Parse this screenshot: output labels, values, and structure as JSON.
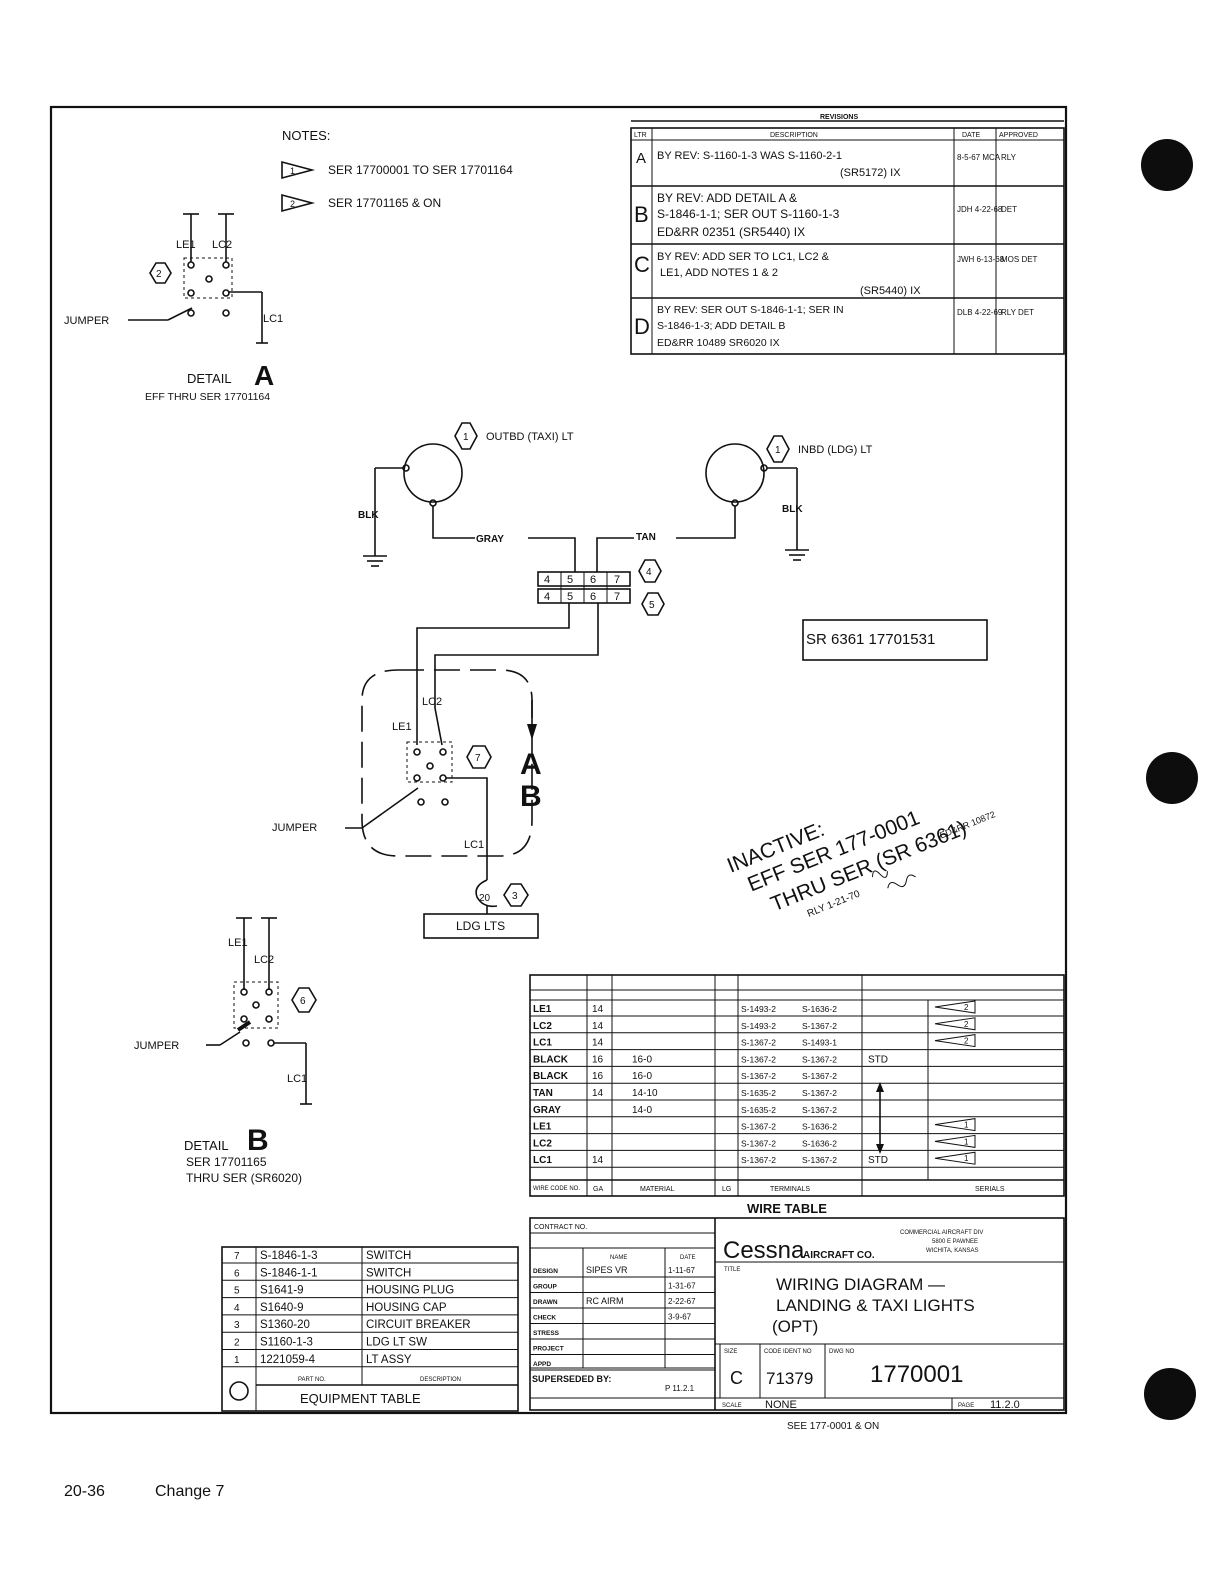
{
  "notes": {
    "heading": "NOTES:",
    "items": [
      {
        "flag": "1",
        "text": "SER 17700001 TO SER 17701164"
      },
      {
        "flag": "2",
        "text": "SER 17701165 & ON"
      }
    ]
  },
  "revisions": {
    "title": "REVISIONS",
    "headers": [
      "LTR",
      "DESCRIPTION",
      "DATE",
      "APPROVED"
    ],
    "rows": [
      {
        "ltr": "A",
        "line1": "BY REV: S-1160-1-3 WAS S-1160-2-1",
        "line2": "(SR5172) IX",
        "line3": "",
        "date": "8-5-67 MCA",
        "approved": "RLY"
      },
      {
        "ltr": "B",
        "line1": "BY REV: ADD DETAIL A &",
        "line2": "S-1846-1-1; SER OUT S-1160-1-3",
        "line3": "ED&RR 02351 (SR5440) IX",
        "date": "JDH 4-22-68",
        "approved": "DET"
      },
      {
        "ltr": "C",
        "line1": "BY REV: ADD SER TO LC1, LC2 &",
        "line2": "LE1, ADD NOTES 1 & 2",
        "line3": "(SR5440) IX",
        "date": "JWH 6-13-68",
        "approved": "MOS DET"
      },
      {
        "ltr": "D",
        "line1": "BY REV: SER OUT S-1846-1-1; SER IN",
        "line2": "S-1846-1-3; ADD DETAIL B",
        "line3": "ED&RR 10489 SR6020 IX",
        "date": "DLB 4-22-69",
        "approved": "RLY DET"
      }
    ]
  },
  "detail_a": {
    "title": "DETAIL",
    "letter": "A",
    "subtitle": "EFF THRU SER 17701164",
    "le1": "LE1",
    "lc2": "LC2",
    "lc1": "LC1",
    "jumper": "JUMPER",
    "item": "2"
  },
  "detail_b": {
    "title": "DETAIL",
    "letter": "B",
    "subtitle1": "SER 17701165",
    "subtitle2": "THRU SER (SR6020)",
    "le1": "LE1",
    "lc2": "LC2",
    "lc1": "LC1",
    "jumper": "JUMPER",
    "item": "6"
  },
  "diagram": {
    "outbd_item": "1",
    "outbd_label": "OUTBD (TAXI) LT",
    "inbd_item": "1",
    "inbd_label": "INBD (LDG) LT",
    "blk_left": "BLK",
    "blk_right": "BLK",
    "gray": "GRAY",
    "tan": "TAN",
    "connector_pins": [
      "4",
      "5",
      "6",
      "7"
    ],
    "connector_top_item": "4",
    "connector_bottom_item": "5",
    "switch_item": "7",
    "lc2": "LC2",
    "le1": "LE1",
    "lc1": "LC1",
    "jumper": "JUMPER",
    "view_a": "A",
    "view_b": "B",
    "breaker_value": "20",
    "breaker_item": "3",
    "ldg_lts": "LDG LTS"
  },
  "sr_box": "SR 6361 17701531",
  "stamp": {
    "line1": "INACTIVE:",
    "line2": "EFF SER 177-0001",
    "line3": "THRU SER (SR 6361)",
    "note": "ED&RR 10872",
    "date": "RLY 1-21-70"
  },
  "wire_table": {
    "title": "WIRE TABLE",
    "headers": [
      "WIRE CODE NO.",
      "GA",
      "MATERIAL",
      "LG",
      "TERMINALS",
      "SERIALS"
    ],
    "rows": [
      {
        "code": "LE1",
        "ga": "14",
        "material": "",
        "term1": "S-1493-2",
        "term2": "S-1636-2",
        "extra": "",
        "flag": "2"
      },
      {
        "code": "LC2",
        "ga": "14",
        "material": "",
        "term1": "S-1493-2",
        "term2": "S-1367-2",
        "extra": "",
        "flag": "2"
      },
      {
        "code": "LC1",
        "ga": "14",
        "material": "",
        "term1": "S-1367-2",
        "term2": "S-1493-1",
        "extra": "",
        "flag": "2"
      },
      {
        "code": "BLACK",
        "ga": "16",
        "material": "16-0",
        "term1": "S-1367-2",
        "term2": "S-1367-2",
        "extra": "STD",
        "flag": ""
      },
      {
        "code": "BLACK",
        "ga": "16",
        "material": "16-0",
        "term1": "S-1367-2",
        "term2": "S-1367-2",
        "extra": "",
        "flag": ""
      },
      {
        "code": "TAN",
        "ga": "14",
        "material": "14-10",
        "term1": "S-1635-2",
        "term2": "S-1367-2",
        "extra": "",
        "flag": ""
      },
      {
        "code": "GRAY",
        "ga": "",
        "material": "14-0",
        "term1": "S-1635-2",
        "term2": "S-1367-2",
        "extra": "",
        "flag": ""
      },
      {
        "code": "LE1",
        "ga": "",
        "material": "",
        "term1": "S-1367-2",
        "term2": "S-1636-2",
        "extra": "",
        "flag": "1"
      },
      {
        "code": "LC2",
        "ga": "",
        "material": "",
        "term1": "S-1367-2",
        "term2": "S-1636-2",
        "extra": "",
        "flag": "1"
      },
      {
        "code": "LC1",
        "ga": "14",
        "material": "",
        "term1": "S-1367-2",
        "term2": "S-1367-2",
        "extra": "STD",
        "flag": "1"
      }
    ]
  },
  "equipment_table": {
    "title": "EQUIPMENT TABLE",
    "headers": [
      "PART NO.",
      "DESCRIPTION"
    ],
    "rows": [
      {
        "item": "7",
        "part": "S-1846-1-3",
        "desc": "SWITCH"
      },
      {
        "item": "6",
        "part": "S-1846-1-1",
        "desc": "SWITCH"
      },
      {
        "item": "5",
        "part": "S1641-9",
        "desc": "HOUSING PLUG"
      },
      {
        "item": "4",
        "part": "S1640-9",
        "desc": "HOUSING CAP"
      },
      {
        "item": "3",
        "part": "S1360-20",
        "desc": "CIRCUIT BREAKER"
      },
      {
        "item": "2",
        "part": "S1160-1-3",
        "desc": "LDG LT SW"
      },
      {
        "item": "1",
        "part": "1221059-4",
        "desc": "LT ASSY"
      }
    ]
  },
  "title_block": {
    "contract": "CONTRACT NO.",
    "name_h": "NAME",
    "date_h": "DATE",
    "rows": [
      {
        "role": "DESIGN",
        "name": "SIPES VR",
        "date": "1-11-67"
      },
      {
        "role": "GROUP",
        "name": "",
        "date": "1-31-67"
      },
      {
        "role": "DRAWN",
        "name": "RC AIRM",
        "date": "2-22-67"
      },
      {
        "role": "CHECK",
        "name": "",
        "date": "3-9-67"
      },
      {
        "role": "STRESS",
        "name": "",
        "date": ""
      },
      {
        "role": "PROJECT",
        "name": "",
        "date": ""
      },
      {
        "role": "APPD",
        "name": "",
        "date": ""
      }
    ],
    "superseded": "SUPERSEDED BY:",
    "superseded_val": "P 11.2.1",
    "company": "Cessna",
    "company2": "AIRCRAFT CO.",
    "division1": "COMMERCIAL AIRCRAFT DIV",
    "division2": "5800 E PAWNEE",
    "division3": "WICHITA, KANSAS",
    "title_label": "TITLE",
    "title1": "WIRING DIAGRAM —",
    "title2": "LANDING & TAXI LIGHTS",
    "title3": "(OPT)",
    "size_label": "SIZE",
    "size": "C",
    "code_label": "CODE IDENT NO",
    "code": "71379",
    "dwg_label": "DWG NO",
    "dwg": "1770001",
    "scale_label": "SCALE",
    "scale": "NONE",
    "page_label": "PAGE",
    "page": "11.2.0",
    "see_note": "SEE 177-0001 & ON"
  },
  "footer": {
    "page": "20-36",
    "change": "Change 7"
  }
}
